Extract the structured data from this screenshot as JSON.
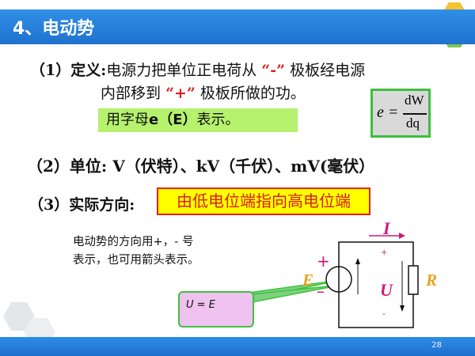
{
  "header": {
    "title": "4、电动势"
  },
  "definition": {
    "label": "（1）定义:",
    "line1_text": "电源力把单位正电荷从",
    "line1_minus": "“-”",
    "line1_end": "极板经电源",
    "line2_text": "内部移到",
    "line2_plus": "“+”",
    "line2_end": "极板所做的功。",
    "symbol_prefix": "用字母",
    "symbol_letter": "e",
    "symbol_paren": "（E）",
    "symbol_suffix": "表示。"
  },
  "formula": {
    "lhs": "e =",
    "numerator": "dW",
    "denominator": "dq"
  },
  "unit": {
    "text": "（2）单位: V（伏特）、kV（千伏）、mV(毫伏）"
  },
  "direction": {
    "label": "（3）实际方向:",
    "value": "由低电位端指向高电位端"
  },
  "note": {
    "line1": "电动势的方向用+，- 号",
    "line2": "表示，也可用箭头表示。"
  },
  "callout": {
    "text": "U = E"
  },
  "circuit": {
    "current": "I",
    "emf": "E",
    "voltage": "U",
    "resistor": "R",
    "plus_left": "+",
    "minus_left": "–",
    "plus_inner": "+",
    "minus_inner": "-"
  },
  "footer": {
    "page": "28"
  },
  "colors": {
    "title_bar": "#1f72cf",
    "highlight_red": "#e02020",
    "green_box": "#b6f26e",
    "yellow_box": "#ffff00",
    "callout": "#efc2ef",
    "circuit_magenta": "#cc1a7a"
  }
}
